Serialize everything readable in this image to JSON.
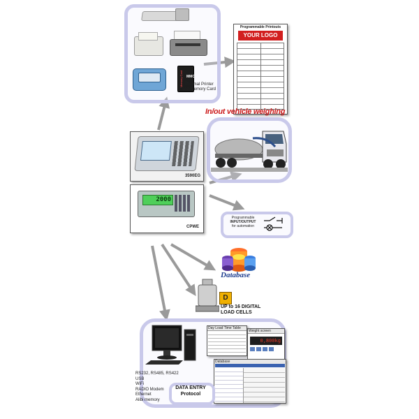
{
  "receipt": {
    "header": "Programmable Printouts",
    "logo": "YOUR LOGO"
  },
  "printer_label": {
    "line1": "Thermal Printer",
    "line2": "and Memory Card"
  },
  "memory_card": {
    "brand": "Memory Card",
    "label": "MMC"
  },
  "vehicle_title": "In/out vehicle weighing",
  "device1_label": "3590EG",
  "device2_label": "CPWE",
  "device2_display": "2000",
  "io": {
    "line1": "Programmable",
    "line2": "INPUT/OUTPUT",
    "line3": "for automation"
  },
  "database_label": "Database",
  "loadcells": {
    "line1": "UP to 16 DIGITAL",
    "line2": "LOAD CELLS",
    "badge": "D"
  },
  "pc": {
    "window1_title": "Day Load Time Table",
    "window2_title": "Weight screen",
    "window2_value": "0,800kg",
    "window3_title": "Database"
  },
  "connectivity": [
    "RS232, RS485, RS422",
    "USB",
    "WiFi",
    "RADIO Modem",
    "Ethernet",
    "Alibi memory"
  ],
  "data_entry": {
    "line1": "DATA ENTRY",
    "line2": "Protocol"
  },
  "colors": {
    "blob": "#c9c9ea",
    "arrow": "#9a9a9a",
    "title_red": "#cc1a1a",
    "logo_red": "#d21f1f",
    "lcd_green": "#4fcf5a",
    "weight_red": "#e23a2a"
  }
}
